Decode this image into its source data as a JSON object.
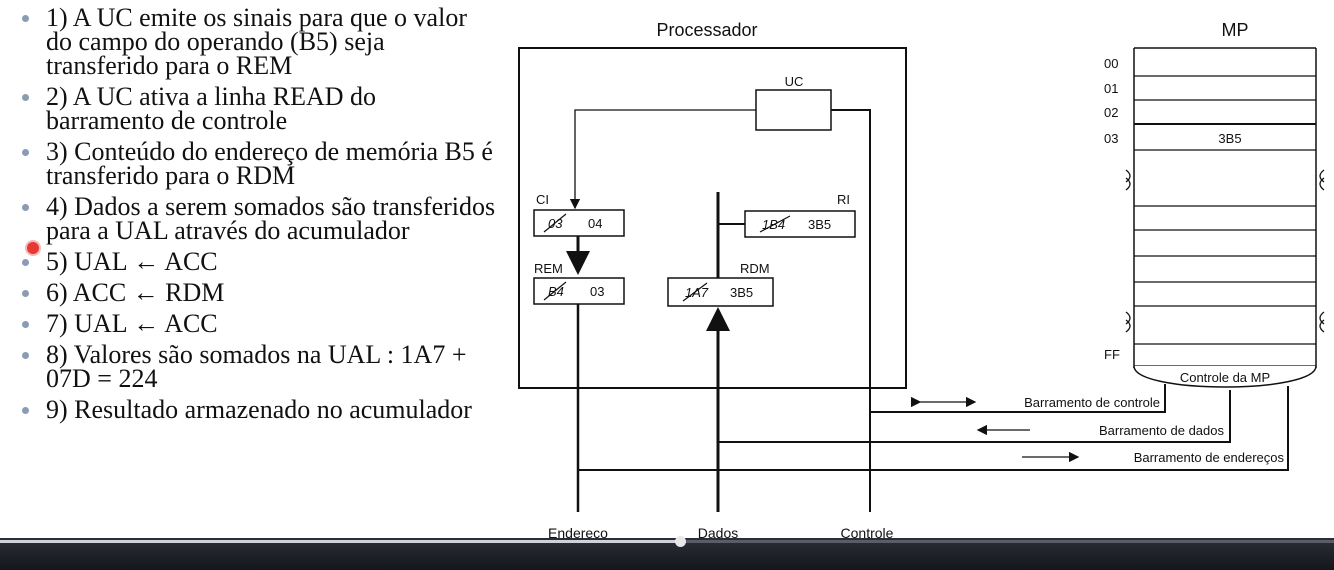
{
  "bullets": [
    "1) A UC emite os sinais para que o valor do campo do operando (B5) seja transferido para o REM",
    "2) A UC ativa a linha READ do barramento de controle",
    "3) Conteúdo do endereço de memória B5 é transferido para o RDM",
    "4) Dados a serem somados são transferidos para a UAL através do acumulador",
    "5) UAL ← ACC",
    "6) ACC ← RDM",
    "7) UAL ← ACC",
    "8) Valores são somados na UAL : 1A7 + 07D = 224",
    "9) Resultado armazenado no acumulador"
  ],
  "diagram": {
    "processor_title": "Processador",
    "uc_label": "UC",
    "ci_label": "CI",
    "ci_old": "03",
    "ci_new": "04",
    "ri_label": "RI",
    "ri_old": "1B4",
    "ri_new": "3B5",
    "rem_label": "REM",
    "rem_old": "B4",
    "rem_new": "03",
    "rdm_label": "RDM",
    "rdm_old": "1A7",
    "rdm_new": "3B5",
    "mp_title": "MP",
    "mp_addresses": [
      "00",
      "01",
      "02",
      "03"
    ],
    "mp_cell_03": "3B5",
    "mp_ff": "FF",
    "mp_control": "Controle da MP",
    "bus_control": "Barramento de controle",
    "bus_data": "Barramento de dados",
    "bus_address": "Barramento de endereços",
    "bottom_address": "Endereço",
    "bottom_data": "Dados",
    "bottom_control": "Controle"
  },
  "player": {
    "progress": 0.51
  },
  "colors": {
    "bullet": "#8b9bb4",
    "cursor": "#e53935",
    "player_bg": "#1c1f26"
  }
}
